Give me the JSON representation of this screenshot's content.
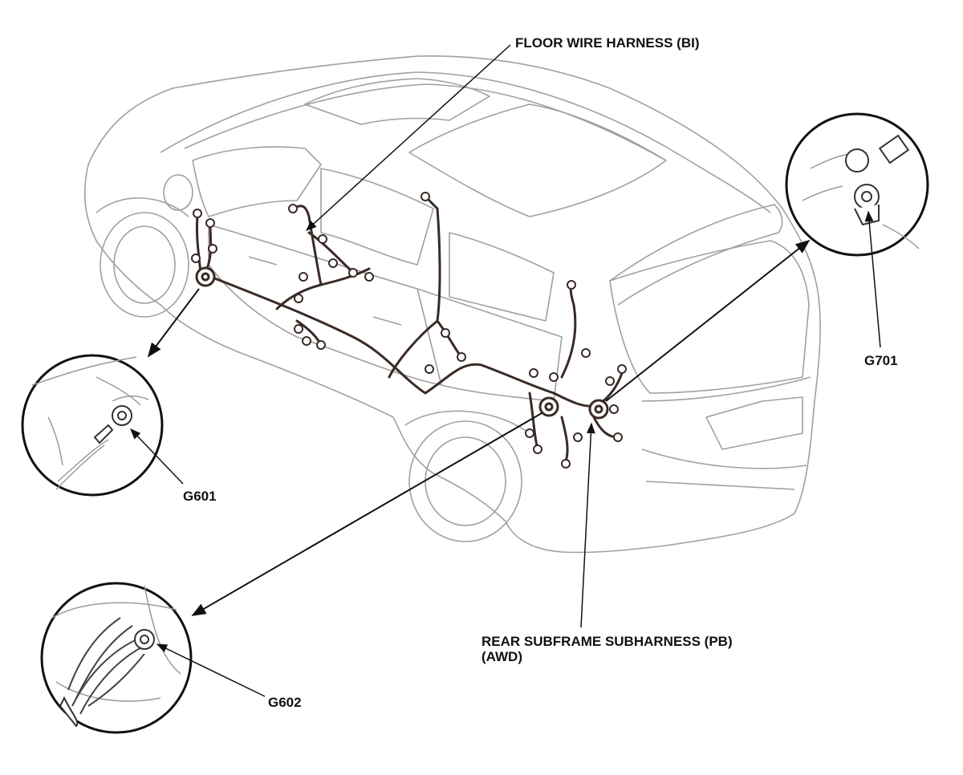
{
  "labels": {
    "floor_harness": "FLOOR WIRE HARNESS (BI)",
    "g701": "G701",
    "g601": "G601",
    "g602": "G602",
    "rear_subharness_line1": "REAR SUBFRAME SUBHARNESS (PB)",
    "rear_subharness_line2": "(AWD)"
  },
  "colors": {
    "outline": "#9a9a9a",
    "harness": "#3a2a26",
    "leader": "#111111"
  }
}
